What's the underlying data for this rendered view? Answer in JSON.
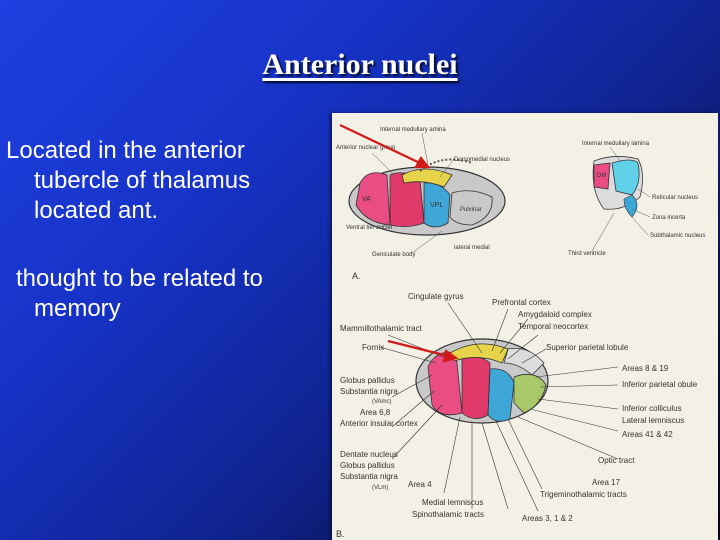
{
  "slide": {
    "title": "Anterior nuclei",
    "bullets": [
      "Located in the anterior tubercle of thalamus located ant.",
      "thought to be related to memory"
    ]
  },
  "figure": {
    "panel_a": {
      "letter": "A.",
      "labels": {
        "internal_medullary_lamina_top": "Internal medullary amina",
        "anterior_nuclear_group": "Anterior nuclear group",
        "dorsomedial_nucleus": "Dorsomedial nucleus",
        "va": "VA",
        "vpl": "VPL",
        "pulvinar": "Pulvinar",
        "ventral_tier_nuclei": "Ventral tier nuclei",
        "geniculate_body": "Geniculate body",
        "lateral_medial": "lateral medial",
        "internal_medullary_lamina_right": "Internal medullary lamina",
        "dm": "DM",
        "reticular_nucleus": "Reticular nucleus",
        "zona_incerta": "Zona incerta",
        "subthalamic_nucleus": "Subthalamic nucleus",
        "third_ventricle": "Third ventricle"
      }
    },
    "panel_b": {
      "letter": "B.",
      "labels": {
        "cingulate_gyrus": "Cingulate gyrus",
        "prefrontal_cortex": "Prefrontal cortex",
        "amygdaloid_complex": "Amygdaloid complex",
        "temporal_neocortex": "Temporal neocortex",
        "mammillothalamic_tract": "Mammillothalamic tract",
        "fornix": "Fornix",
        "superior_parietal_lobule": "Superior parietal lobule",
        "globus_pallidus_1": "Globus pallidus",
        "substantia_nigra_1": "Substantia nigra",
        "vamc": "(VAmc)",
        "area_6_8": "Area 6,8",
        "anterior_insular_cortex": "Anterior insular cortex",
        "areas_8_19": "Areas 8 & 19",
        "inferior_parietal_lobule": "Inferior parietal obule",
        "inferior_colliculus": "Inferior colliculus",
        "lateral_lemniscus": "Lateral lemniscus",
        "areas_41_42": "Areas 41 & 42",
        "dentate_nucleus": "Dentate nucleus",
        "globus_pallidus_2": "Globus pallidus",
        "substantia_nigra_2": "Substantia nigra",
        "vlm": "(VLm)",
        "optic_tract": "Optic tract",
        "area_4": "Area 4",
        "area_17": "Area 17",
        "trigeminothalamic_tracts": "Trigeminothalamic tracts",
        "medial_lemniscus": "Medial lemniscus",
        "spinothalamic_tracts": "Spinothalamic tracts",
        "areas_3_1_2": "Areas 3, 1 & 2"
      }
    },
    "colors": {
      "pink": "#e94d84",
      "yellow": "#e8d44a",
      "blue": "#3fa6d8",
      "cyan": "#5fd0e8",
      "green": "#a9c86a",
      "grey": "#c9c9c9",
      "red_arrow": "#d21a1a"
    }
  }
}
